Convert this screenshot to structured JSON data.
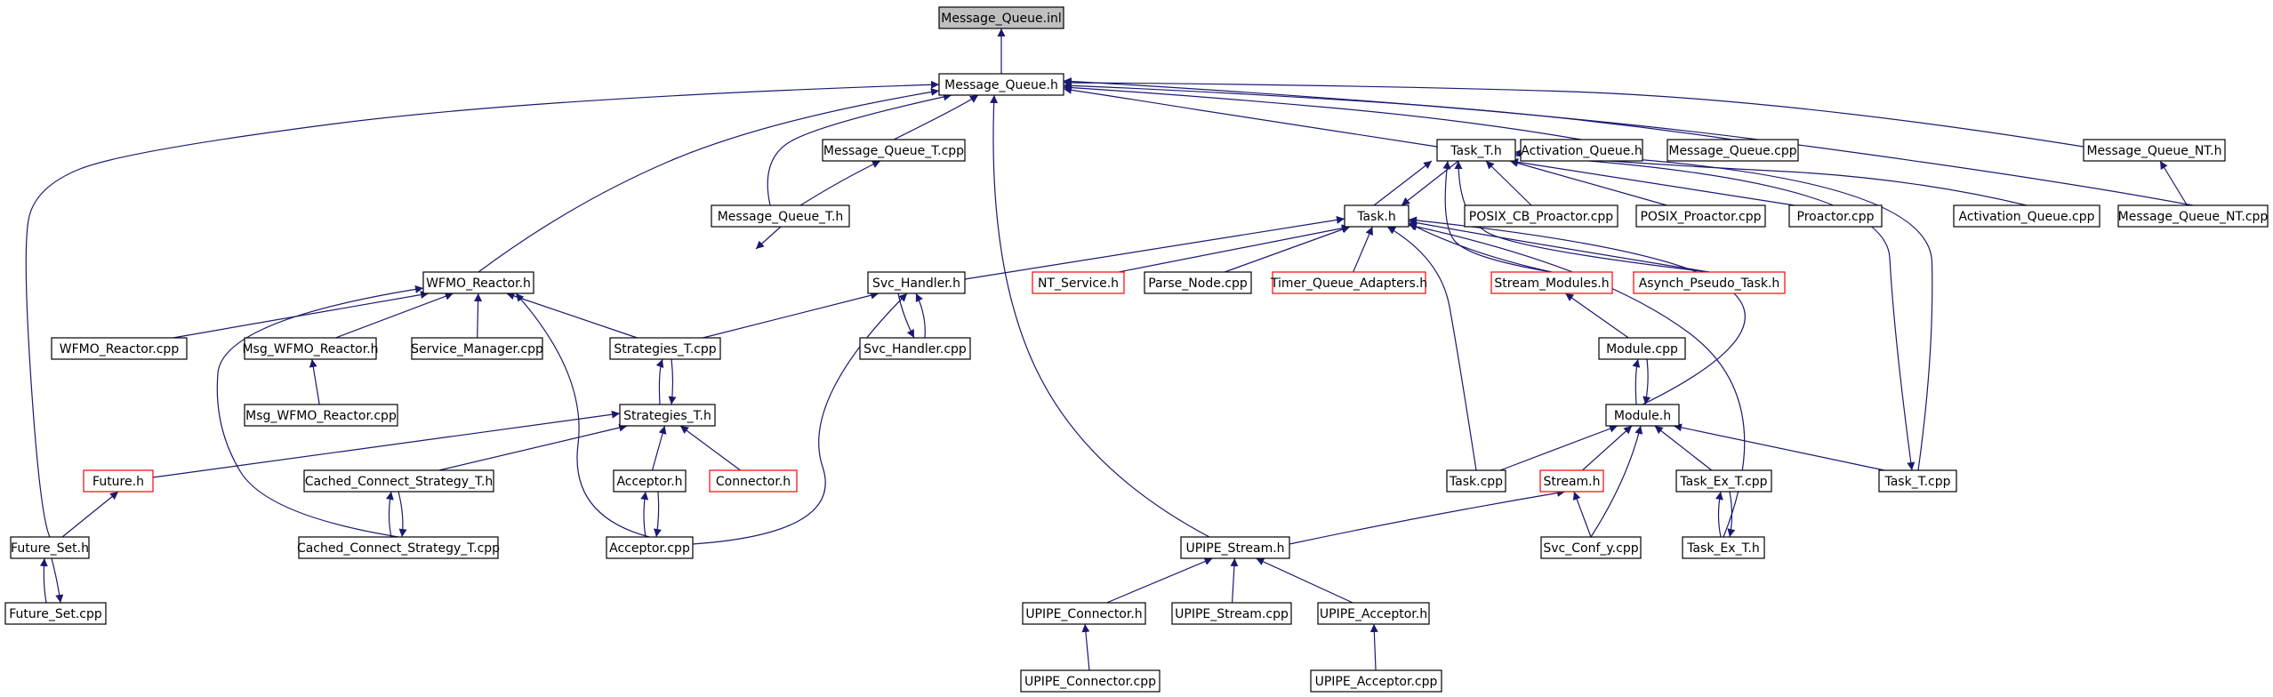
{
  "colors": {
    "edge": "#191970",
    "box_border": "#000000",
    "box_border_incomplete": "#ff0000",
    "box_fill": "#ffffff",
    "root_fill": "#bfbfbf",
    "text": "#000000"
  },
  "nodes": [
    {
      "id": "mq_inl",
      "label": "Message_Queue.inl",
      "kind": "root"
    },
    {
      "id": "mq_h",
      "label": "Message_Queue.h",
      "kind": "normal"
    },
    {
      "id": "mqt_cpp",
      "label": "Message_Queue_T.cpp",
      "kind": "normal"
    },
    {
      "id": "mqt_h",
      "label": "Message_Queue_T.h",
      "kind": "normal"
    },
    {
      "id": "task_t_h",
      "label": "Task_T.h",
      "kind": "normal"
    },
    {
      "id": "actq_h",
      "label": "Activation_Queue.h",
      "kind": "normal"
    },
    {
      "id": "mq_cpp",
      "label": "Message_Queue.cpp",
      "kind": "normal"
    },
    {
      "id": "mqnt_h",
      "label": "Message_Queue_NT.h",
      "kind": "normal"
    },
    {
      "id": "task_h",
      "label": "Task.h",
      "kind": "normal"
    },
    {
      "id": "posix_cb",
      "label": "POSIX_CB_Proactor.cpp",
      "kind": "normal"
    },
    {
      "id": "posix_p",
      "label": "POSIX_Proactor.cpp",
      "kind": "normal"
    },
    {
      "id": "proactor",
      "label": "Proactor.cpp",
      "kind": "normal"
    },
    {
      "id": "actq_cpp",
      "label": "Activation_Queue.cpp",
      "kind": "normal"
    },
    {
      "id": "mqnt_cpp",
      "label": "Message_Queue_NT.cpp",
      "kind": "normal"
    },
    {
      "id": "wfmo_h",
      "label": "WFMO_Reactor.h",
      "kind": "normal"
    },
    {
      "id": "svc_h",
      "label": "Svc_Handler.h",
      "kind": "normal"
    },
    {
      "id": "nt_service",
      "label": "NT_Service.h",
      "kind": "incomplete"
    },
    {
      "id": "parse_node",
      "label": "Parse_Node.cpp",
      "kind": "normal"
    },
    {
      "id": "tq_adapters",
      "label": "Timer_Queue_Adapters.h",
      "kind": "incomplete"
    },
    {
      "id": "stream_mod",
      "label": "Stream_Modules.h",
      "kind": "incomplete"
    },
    {
      "id": "asynch",
      "label": "Asynch_Pseudo_Task.h",
      "kind": "incomplete"
    },
    {
      "id": "wfmo_cpp",
      "label": "WFMO_Reactor.cpp",
      "kind": "normal"
    },
    {
      "id": "msg_wfmo_h",
      "label": "Msg_WFMO_Reactor.h",
      "kind": "normal"
    },
    {
      "id": "svc_mgr",
      "label": "Service_Manager.cpp",
      "kind": "normal"
    },
    {
      "id": "strat_cpp",
      "label": "Strategies_T.cpp",
      "kind": "normal"
    },
    {
      "id": "svc_cpp",
      "label": "Svc_Handler.cpp",
      "kind": "normal"
    },
    {
      "id": "module_cpp",
      "label": "Module.cpp",
      "kind": "normal"
    },
    {
      "id": "msg_wfmo_cpp",
      "label": "Msg_WFMO_Reactor.cpp",
      "kind": "normal"
    },
    {
      "id": "strat_h",
      "label": "Strategies_T.h",
      "kind": "normal"
    },
    {
      "id": "module_h",
      "label": "Module.h",
      "kind": "normal"
    },
    {
      "id": "future_h",
      "label": "Future.h",
      "kind": "incomplete"
    },
    {
      "id": "ccs_h",
      "label": "Cached_Connect_Strategy_T.h",
      "kind": "normal"
    },
    {
      "id": "acceptor_h",
      "label": "Acceptor.h",
      "kind": "normal"
    },
    {
      "id": "connector_h",
      "label": "Connector.h",
      "kind": "incomplete"
    },
    {
      "id": "task_cpp",
      "label": "Task.cpp",
      "kind": "normal"
    },
    {
      "id": "stream_h",
      "label": "Stream.h",
      "kind": "incomplete"
    },
    {
      "id": "task_ex_cpp",
      "label": "Task_Ex_T.cpp",
      "kind": "normal"
    },
    {
      "id": "task_t_cpp",
      "label": "Task_T.cpp",
      "kind": "normal"
    },
    {
      "id": "future_set_h",
      "label": "Future_Set.h",
      "kind": "normal"
    },
    {
      "id": "ccs_cpp",
      "label": "Cached_Connect_Strategy_T.cpp",
      "kind": "normal"
    },
    {
      "id": "acceptor_cpp",
      "label": "Acceptor.cpp",
      "kind": "normal"
    },
    {
      "id": "upipe_stream_h",
      "label": "UPIPE_Stream.h",
      "kind": "normal"
    },
    {
      "id": "svc_conf",
      "label": "Svc_Conf_y.cpp",
      "kind": "normal"
    },
    {
      "id": "task_ex_h",
      "label": "Task_Ex_T.h",
      "kind": "normal"
    },
    {
      "id": "future_set_cpp",
      "label": "Future_Set.cpp",
      "kind": "normal"
    },
    {
      "id": "upipe_conn_h",
      "label": "UPIPE_Connector.h",
      "kind": "normal"
    },
    {
      "id": "upipe_stream_cpp",
      "label": "UPIPE_Stream.cpp",
      "kind": "normal"
    },
    {
      "id": "upipe_acc_h",
      "label": "UPIPE_Acceptor.h",
      "kind": "normal"
    },
    {
      "id": "upipe_conn_cpp",
      "label": "UPIPE_Connector.cpp",
      "kind": "normal"
    },
    {
      "id": "upipe_acc_cpp",
      "label": "UPIPE_Acceptor.cpp",
      "kind": "normal"
    }
  ],
  "edges": [
    {
      "from": "mq_h",
      "to": "mq_inl"
    },
    {
      "from": "mqt_cpp",
      "to": "mq_h"
    },
    {
      "from": "mqt_h",
      "to": "mq_h"
    },
    {
      "from": "task_t_h",
      "to": "mq_h"
    },
    {
      "from": "actq_h",
      "to": "mq_h"
    },
    {
      "from": "mq_cpp",
      "to": "mq_h"
    },
    {
      "from": "mqnt_h",
      "to": "mq_h"
    },
    {
      "from": "mqnt_cpp",
      "to": "mq_h"
    },
    {
      "from": "wfmo_h",
      "to": "mq_h"
    },
    {
      "from": "future_set_h",
      "to": "mq_h"
    },
    {
      "from": "upipe_stream_h",
      "to": "mq_h"
    },
    {
      "from": "mqt_cpp",
      "to": "mqt_h"
    },
    {
      "from": "mqt_h",
      "to": "mqt_cpp"
    },
    {
      "from": "mqnt_cpp",
      "to": "mqnt_h"
    },
    {
      "from": "task_h",
      "to": "task_t_h"
    },
    {
      "from": "task_t_h",
      "to": "task_h"
    },
    {
      "from": "posix_cb",
      "to": "task_t_h"
    },
    {
      "from": "posix_p",
      "to": "task_t_h"
    },
    {
      "from": "proactor",
      "to": "task_t_h"
    },
    {
      "from": "stream_mod",
      "to": "task_t_h"
    },
    {
      "from": "asynch",
      "to": "task_t_h"
    },
    {
      "from": "task_t_cpp",
      "to": "task_t_h"
    },
    {
      "from": "task_t_h",
      "to": "task_t_cpp"
    },
    {
      "from": "actq_cpp",
      "to": "actq_h"
    },
    {
      "from": "svc_h",
      "to": "task_h"
    },
    {
      "from": "nt_service",
      "to": "task_h"
    },
    {
      "from": "parse_node",
      "to": "task_h"
    },
    {
      "from": "tq_adapters",
      "to": "task_h"
    },
    {
      "from": "asynch",
      "to": "task_h"
    },
    {
      "from": "module_h",
      "to": "task_h"
    },
    {
      "from": "task_cpp",
      "to": "task_h"
    },
    {
      "from": "task_ex_h",
      "to": "task_h"
    },
    {
      "from": "stream_mod",
      "to": "task_h"
    },
    {
      "from": "wfmo_cpp",
      "to": "wfmo_h"
    },
    {
      "from": "msg_wfmo_h",
      "to": "wfmo_h"
    },
    {
      "from": "svc_mgr",
      "to": "wfmo_h"
    },
    {
      "from": "strat_cpp",
      "to": "wfmo_h"
    },
    {
      "from": "acceptor_cpp",
      "to": "wfmo_h"
    },
    {
      "from": "ccs_cpp",
      "to": "wfmo_h"
    },
    {
      "from": "msg_wfmo_cpp",
      "to": "msg_wfmo_h"
    },
    {
      "from": "svc_cpp",
      "to": "svc_h"
    },
    {
      "from": "svc_h",
      "to": "svc_cpp"
    },
    {
      "from": "strat_cpp",
      "to": "svc_h"
    },
    {
      "from": "acceptor_cpp",
      "to": "svc_h"
    },
    {
      "from": "strat_h",
      "to": "strat_cpp"
    },
    {
      "from": "strat_cpp",
      "to": "strat_h"
    },
    {
      "from": "future_h",
      "to": "strat_h"
    },
    {
      "from": "ccs_h",
      "to": "strat_h"
    },
    {
      "from": "acceptor_h",
      "to": "strat_h"
    },
    {
      "from": "connector_h",
      "to": "strat_h"
    },
    {
      "from": "ccs_cpp",
      "to": "ccs_h"
    },
    {
      "from": "ccs_h",
      "to": "ccs_cpp"
    },
    {
      "from": "acceptor_cpp",
      "to": "acceptor_h"
    },
    {
      "from": "acceptor_h",
      "to": "acceptor_cpp"
    },
    {
      "from": "future_set_h",
      "to": "future_h"
    },
    {
      "from": "future_set_cpp",
      "to": "future_set_h"
    },
    {
      "from": "future_set_h",
      "to": "future_set_cpp"
    },
    {
      "from": "module_cpp",
      "to": "stream_mod"
    },
    {
      "from": "module_h",
      "to": "module_cpp"
    },
    {
      "from": "module_cpp",
      "to": "module_h"
    },
    {
      "from": "task_cpp",
      "to": "module_h"
    },
    {
      "from": "stream_h",
      "to": "module_h"
    },
    {
      "from": "svc_conf",
      "to": "module_h"
    },
    {
      "from": "task_ex_cpp",
      "to": "module_h"
    },
    {
      "from": "task_t_cpp",
      "to": "module_h"
    },
    {
      "from": "svc_conf",
      "to": "stream_h"
    },
    {
      "from": "upipe_stream_h",
      "to": "stream_h"
    },
    {
      "from": "task_ex_h",
      "to": "task_ex_cpp"
    },
    {
      "from": "task_ex_cpp",
      "to": "task_ex_h"
    },
    {
      "from": "upipe_conn_h",
      "to": "upipe_stream_h"
    },
    {
      "from": "upipe_stream_cpp",
      "to": "upipe_stream_h"
    },
    {
      "from": "upipe_acc_h",
      "to": "upipe_stream_h"
    },
    {
      "from": "upipe_conn_cpp",
      "to": "upipe_conn_h"
    },
    {
      "from": "upipe_acc_cpp",
      "to": "upipe_acc_h"
    }
  ]
}
